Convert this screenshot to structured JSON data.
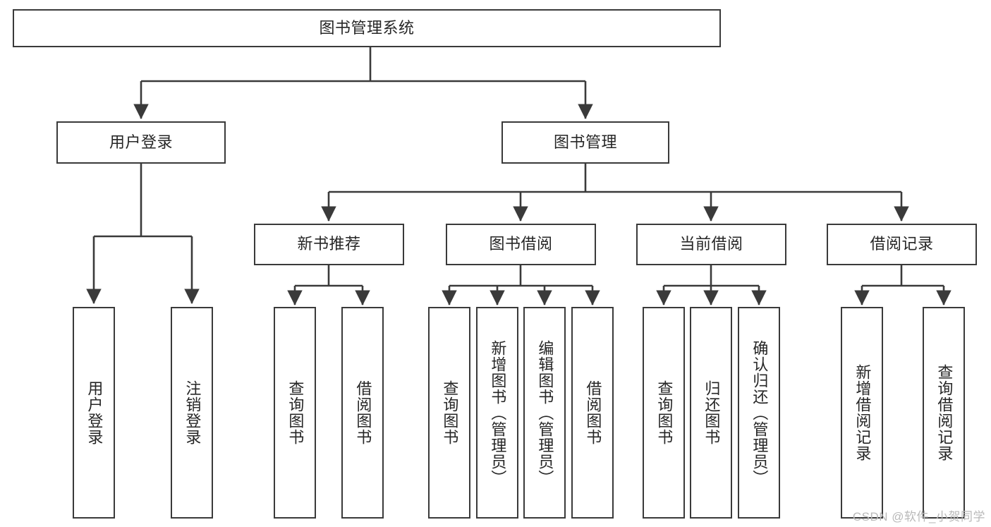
{
  "diagram": {
    "title": "图书管理系统",
    "type": "tree-hierarchy-diagram",
    "watermark": "CSDN @软件_小贺同学",
    "nodes": {
      "root": {
        "label": "图书管理系统"
      },
      "level2": [
        {
          "id": "user-login",
          "label": "用户登录"
        },
        {
          "id": "book-management",
          "label": "图书管理"
        }
      ],
      "level3": [
        {
          "id": "new-book-recommend",
          "label": "新书推荐"
        },
        {
          "id": "book-borrow",
          "label": "图书借阅"
        },
        {
          "id": "current-borrow",
          "label": "当前借阅"
        },
        {
          "id": "borrow-record",
          "label": "借阅记录"
        }
      ],
      "leaves": {
        "user_login": [
          {
            "id": "leaf-user-login",
            "label": "用户登录"
          },
          {
            "id": "leaf-logout-login",
            "label": "注销登录"
          }
        ],
        "new_book_recommend": [
          {
            "id": "leaf-query-book-1",
            "label": "查询图书"
          },
          {
            "id": "leaf-borrow-book-1",
            "label": "借阅图书"
          }
        ],
        "book_borrow": [
          {
            "id": "leaf-query-book-2",
            "label": "查询图书"
          },
          {
            "id": "leaf-add-book-admin",
            "label": "新增图书（管理员）"
          },
          {
            "id": "leaf-edit-book-admin",
            "label": "编辑图书（管理员）"
          },
          {
            "id": "leaf-borrow-book-2",
            "label": "借阅图书"
          }
        ],
        "current_borrow": [
          {
            "id": "leaf-query-book-3",
            "label": "查询图书"
          },
          {
            "id": "leaf-return-book",
            "label": "归还图书"
          },
          {
            "id": "leaf-confirm-return-admin",
            "label": "确认归还（管理员）"
          }
        ],
        "borrow_record": [
          {
            "id": "leaf-add-borrow-record",
            "label": "新增借阅记录"
          },
          {
            "id": "leaf-query-borrow-record",
            "label": "查询借阅记录"
          }
        ]
      }
    },
    "colors": {
      "border": "#3a3a3a",
      "text": "#262626",
      "background": "#ffffff",
      "connector": "#3a3a3a",
      "watermark": "#b9b9b9"
    }
  }
}
